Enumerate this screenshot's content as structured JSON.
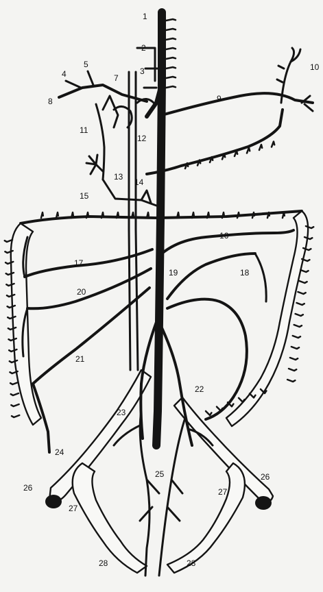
{
  "figure": {
    "labels": [
      "1",
      "2",
      "3",
      "4",
      "5",
      "7",
      "8",
      "9",
      "10",
      "11",
      "12",
      "13",
      "14",
      "15",
      "16",
      "17",
      "18",
      "19",
      "20",
      "21",
      "22",
      "23",
      "24",
      "25",
      "26",
      "26",
      "27",
      "27",
      "28",
      "28"
    ]
  },
  "colors": {
    "ink": "#141414",
    "paper": "#f4f4f2"
  }
}
